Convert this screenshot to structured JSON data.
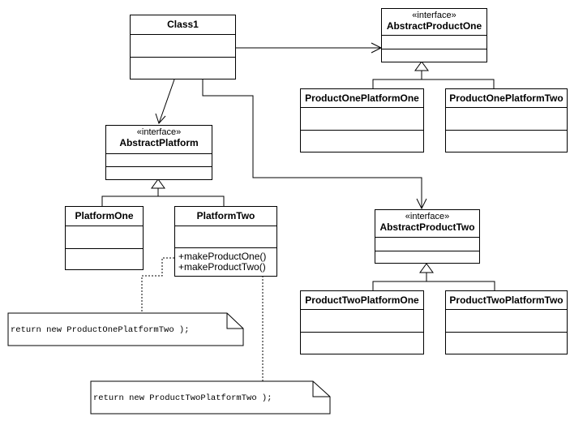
{
  "classes": {
    "class1": {
      "name": "Class1"
    },
    "abstract_product_one": {
      "stereotype": "«interface»",
      "name": "AbstractProductOne"
    },
    "product_one_platform_one": {
      "name": "ProductOnePlatformOne"
    },
    "product_one_platform_two": {
      "name": "ProductOnePlatformTwo"
    },
    "abstract_platform": {
      "stereotype": "«interface»",
      "name": "AbstractPlatform"
    },
    "platform_one": {
      "name": "PlatformOne"
    },
    "platform_two": {
      "name": "PlatformTwo",
      "operations": [
        "+makeProductOne()",
        "+makeProductTwo()"
      ]
    },
    "abstract_product_two": {
      "stereotype": "«interface»",
      "name": "AbstractProductTwo"
    },
    "product_two_platform_one": {
      "name": "ProductTwoPlatformOne"
    },
    "product_two_platform_two": {
      "name": "ProductTwoPlatformTwo"
    }
  },
  "notes": {
    "note1": "return new ProductOnePlatformTwo );",
    "note2": "return new ProductTwoPlatformTwo );"
  }
}
